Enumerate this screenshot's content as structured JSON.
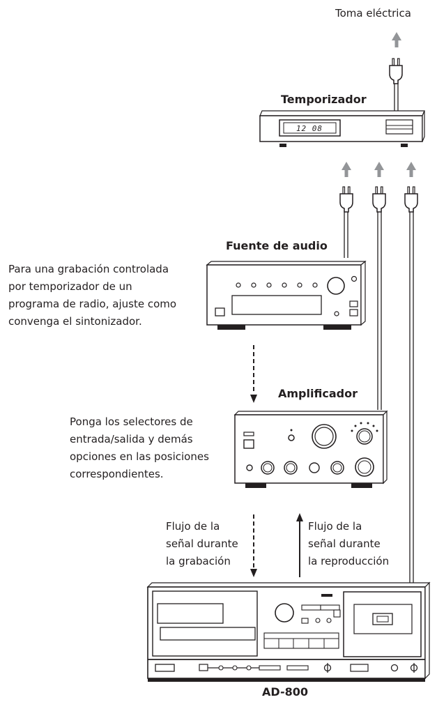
{
  "labels": {
    "outlet": "Toma eléctrica",
    "timer": "Temporizador",
    "timer_display": "12 08",
    "audio_source": "Fuente de audio",
    "amplifier": "Amplificador",
    "deck": "AD-800"
  },
  "notes": {
    "tuner": [
      "Para una grabación controlada",
      "por temporizador de un",
      "programa de radio, ajuste como",
      "convenga el sintonizador."
    ],
    "amp": [
      "Ponga los selectores de",
      "entrada/salida y demás",
      "opciones en las posiciones",
      "correspondientes."
    ],
    "recording_flow": [
      "Flujo de la",
      "señal durante",
      "la grabación"
    ],
    "playback_flow": [
      "Flujo de la",
      "señal durante",
      "la reproducción"
    ]
  },
  "colors": {
    "line": "#231f20",
    "arrow": "#939598"
  }
}
